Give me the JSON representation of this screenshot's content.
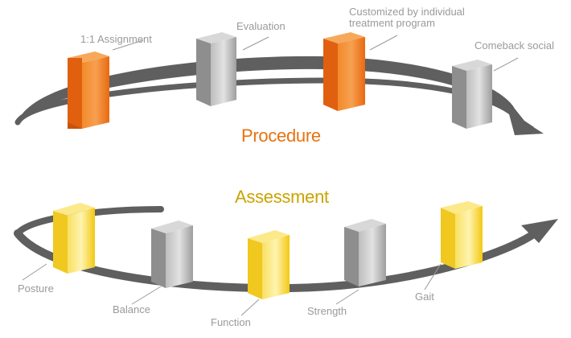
{
  "procedure": {
    "title": "Procedure",
    "title_color": "#e8730f",
    "steps": [
      {
        "label": "1:1 Assignment",
        "color": "orange"
      },
      {
        "label": "Evaluation",
        "color": "gray"
      },
      {
        "label": "Customized by individual treatment program",
        "label_lines": [
          "Customized by individual",
          "treatment program"
        ],
        "color": "orange"
      },
      {
        "label": "Comeback social",
        "color": "gray"
      }
    ]
  },
  "assessment": {
    "title": "Assessment",
    "title_color": "#c9a400",
    "steps": [
      {
        "label": "Posture",
        "color": "yellow"
      },
      {
        "label": "Balance",
        "color": "gray"
      },
      {
        "label": "Function",
        "color": "yellow"
      },
      {
        "label": "Strength",
        "color": "gray"
      },
      {
        "label": "Gait",
        "color": "yellow"
      }
    ]
  },
  "colors": {
    "arrow": "#5f5f5f",
    "label": "#9a9a9a",
    "orange": "#f07c1a",
    "gray": "#a8a8a8",
    "yellow": "#f5d21c"
  }
}
